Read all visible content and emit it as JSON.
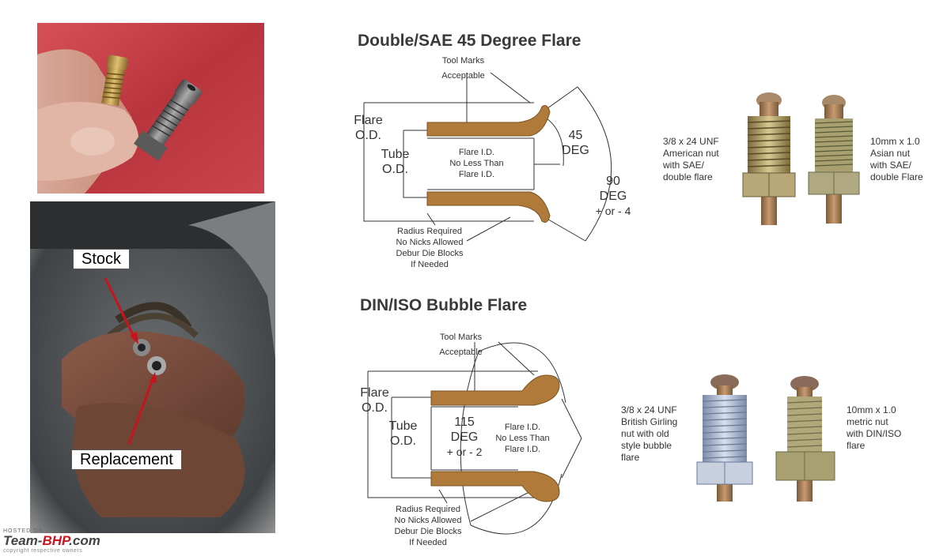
{
  "photos": {
    "callout_stock": "Stock",
    "callout_replacement": "Replacement"
  },
  "sae": {
    "title": "Double/SAE 45 Degree Flare",
    "tool_marks": [
      "Tool Marks",
      "Acceptable"
    ],
    "flare_od": [
      "Flare",
      "O.D."
    ],
    "tube_od": [
      "Tube",
      "O.D."
    ],
    "flare_id": [
      "Flare I.D.",
      "No Less Than",
      "Flare I.D."
    ],
    "angle_45": [
      "45",
      "DEG"
    ],
    "angle_90": [
      "90",
      "DEG",
      "+ or - 4"
    ],
    "radius": [
      "Radius Required",
      "No Nicks Allowed",
      "Debur Die Blocks",
      "If Needed"
    ],
    "nut_american": [
      "3/8 x 24 UNF",
      "American nut",
      "with SAE/",
      "double flare"
    ],
    "nut_asian": [
      "10mm x 1.0",
      "Asian nut",
      "with SAE/",
      "double Flare"
    ]
  },
  "din": {
    "title": "DIN/ISO Bubble Flare",
    "tool_marks": [
      "Tool Marks",
      "Acceptable"
    ],
    "flare_od": [
      "Flare",
      "O.D."
    ],
    "tube_od": [
      "Tube",
      "O.D."
    ],
    "angle_115": [
      "115",
      "DEG",
      "+ or - 2"
    ],
    "flare_id": [
      "Flare I.D.",
      "No Less Than",
      "Flare I.D."
    ],
    "radius": [
      "Radius Required",
      "No Nicks Allowed",
      "Debur Die Blocks",
      "If Needed"
    ],
    "nut_british": [
      "3/8 x 24 UNF",
      "British Girling",
      "nut with old",
      "style bubble",
      "flare"
    ],
    "nut_metric": [
      "10mm  x 1.0",
      "metric nut",
      "with DIN/ISO",
      "flare"
    ]
  },
  "watermark": {
    "hosted": "HOSTED ON :",
    "logo_a": "Team-",
    "logo_b": "BHP",
    "logo_c": ".com",
    "copyright": "copyright respective owners"
  },
  "colors": {
    "flare_brown": "#b07a3a",
    "cloth_red": "#c2404a",
    "callout_arrow": "#c8141e"
  }
}
